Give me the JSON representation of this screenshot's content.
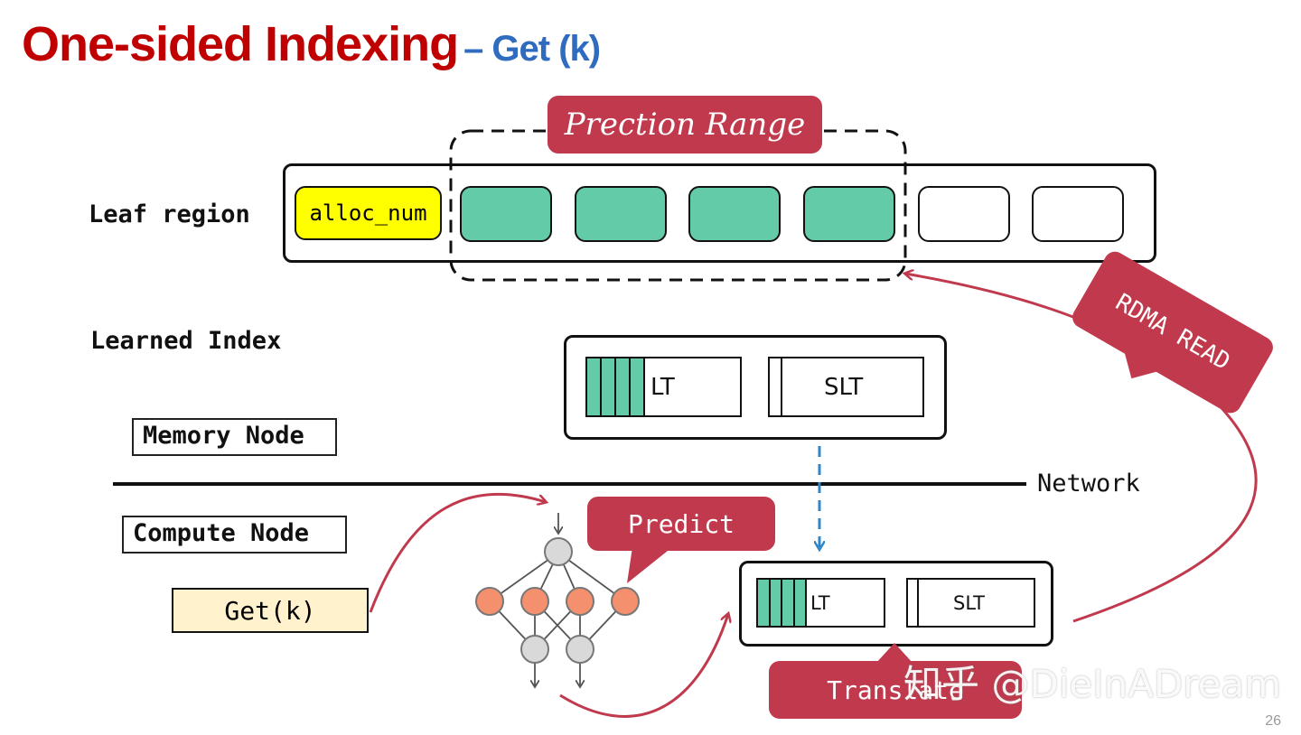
{
  "title": {
    "main": "One-sided Indexing",
    "sub": "– Get (k)"
  },
  "labels": {
    "leaf_region": "Leaf region",
    "learned_index": "Learned Index",
    "memory_node": "Memory Node",
    "network": "Network",
    "compute_node": "Compute Node",
    "get_k": "Get(k)"
  },
  "leaf": {
    "alloc": "alloc_num"
  },
  "callouts": {
    "prediction_range": "Prection Range",
    "rdma_read": "RDMA READ",
    "predict": "Predict",
    "translate": "Translate"
  },
  "index_tables": {
    "lt": "LT",
    "slt": "SLT"
  },
  "watermark": "知乎 @DieInADream",
  "page_number": "26",
  "colors": {
    "title_red": "#c00000",
    "title_blue": "#2f6bbf",
    "accent": "#c0394c",
    "leaf_green": "#63cba8",
    "alloc_yellow": "#ffff00",
    "get_box": "#fff2cc",
    "node_orange": "#f4906e",
    "node_gray": "#d9d9d9",
    "dashed_blue": "#2e86c8"
  }
}
